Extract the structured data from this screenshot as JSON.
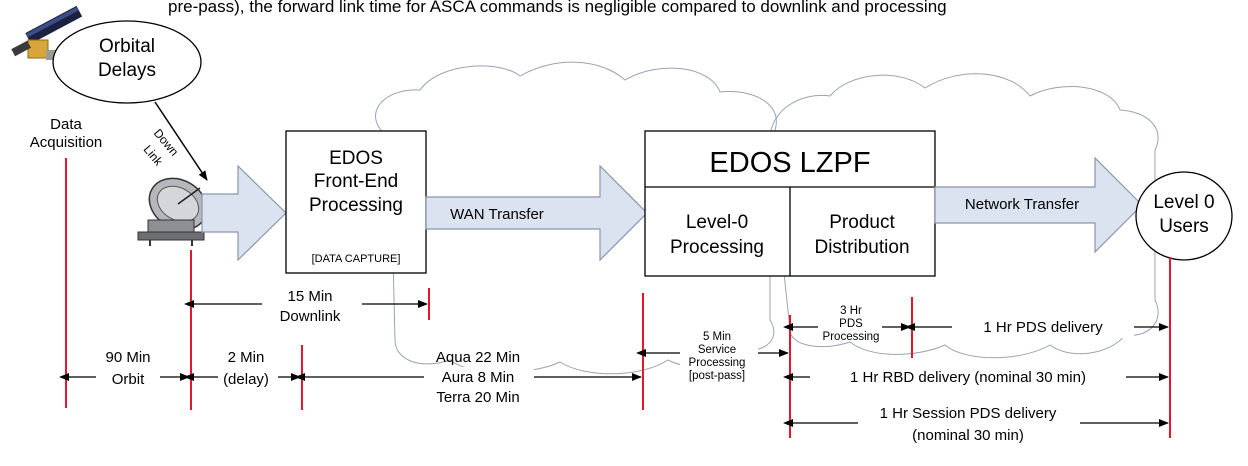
{
  "top_note": "pre-pass), the forward link time for ASCA commands is negligible compared to downlink and processing",
  "orbital_delays": {
    "line1": "Orbital",
    "line2": "Delays"
  },
  "data_acquisition": {
    "line1": "Data",
    "line2": "Acquisition"
  },
  "downlink_label": {
    "line1": "Down",
    "line2": "Link"
  },
  "edos_fep": {
    "line1": "EDOS",
    "line2": "Front-End",
    "line3": "Processing",
    "sub": "[DATA CAPTURE]"
  },
  "wan_transfer": "WAN Transfer",
  "edos_lzpf": {
    "title": "EDOS LZPF",
    "left_line1": "Level-0",
    "left_line2": "Processing",
    "right_line1": "Product",
    "right_line2": "Distribution"
  },
  "network_transfer": "Network Transfer",
  "level0_users": {
    "line1": "Level 0",
    "line2": "Users"
  },
  "timeline": {
    "downlink_15": {
      "line1": "15 Min",
      "line2": "Downlink"
    },
    "orbit_90": {
      "line1": "90 Min",
      "line2": "Orbit"
    },
    "delay_2": {
      "line1": "2 Min",
      "line2": "(delay)"
    },
    "aqua_aura_terra": {
      "line1": "Aqua 22 Min",
      "line2": "Aura 8 Min",
      "line3": "Terra 20 Min"
    },
    "service_5": {
      "line1": "5 Min",
      "line2": "Service",
      "line3": "Processing",
      "line4": "[post-pass]"
    },
    "pds_3hr": {
      "line1": "3 Hr",
      "line2": "PDS",
      "line3": "Processing"
    },
    "pds_delivery": "1 Hr PDS delivery",
    "rbd_delivery": "1 Hr RBD delivery (nominal 30 min)",
    "session_delivery": {
      "line1": "1 Hr Session PDS delivery",
      "line2": "(nominal 30 min)"
    }
  },
  "colors": {
    "arrow_fill": "#dbe3f0",
    "arrow_stroke": "#8a96ad",
    "marker_line": "#e8162a",
    "cloud_stroke": "#98a3b6"
  }
}
